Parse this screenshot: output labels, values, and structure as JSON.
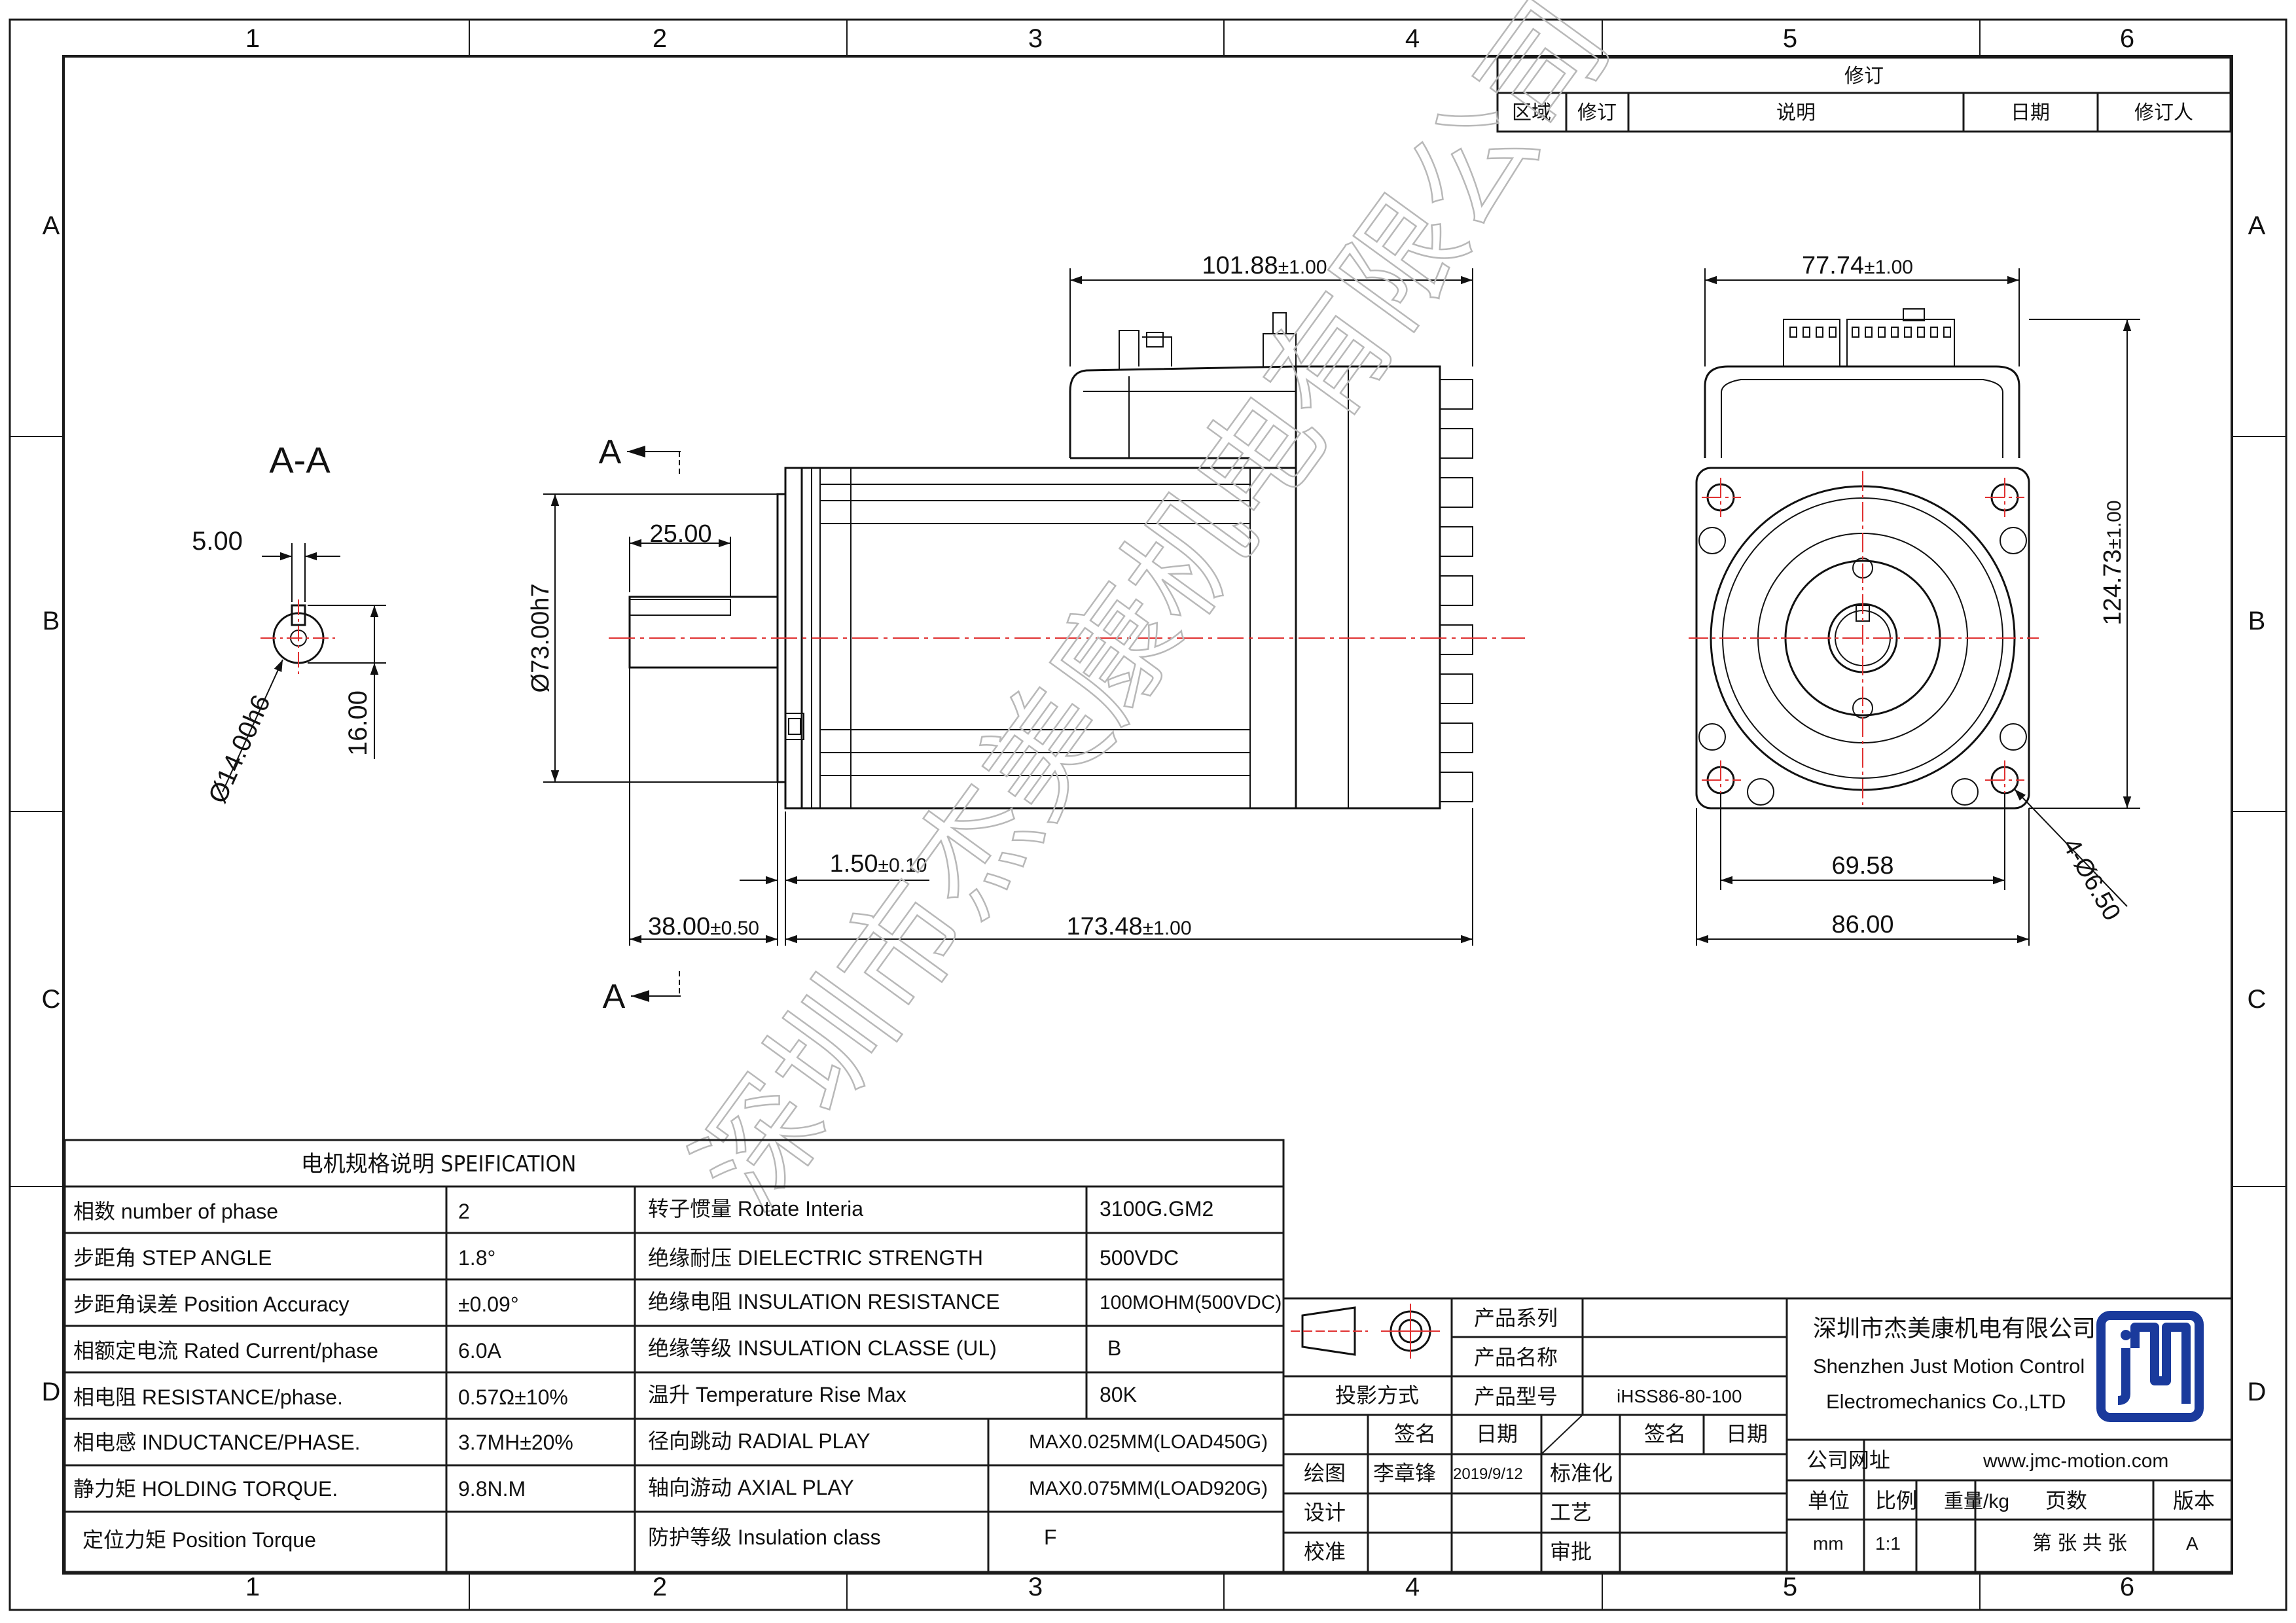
{
  "frame": {
    "columns": [
      "1",
      "2",
      "3",
      "4",
      "5",
      "6"
    ],
    "rows": [
      "A",
      "B",
      "C",
      "D"
    ]
  },
  "revision_block": {
    "title": "修订",
    "headers": [
      "区域",
      "修订",
      "说明",
      "日期",
      "修订人"
    ]
  },
  "views": {
    "section_label": "A-A",
    "section_marker": "A",
    "section": {
      "keyway_width": "5.00",
      "key_height": "16.00",
      "shaft_diameter": "Ø14.00h6"
    },
    "side": {
      "top_length": "101.88",
      "top_length_tol": "±1.00",
      "key_length": "25.00",
      "flange_diameter": "Ø73.00h7",
      "flange_thickness": "1.50",
      "flange_thickness_tol": "±0.10",
      "shaft_length": "38.00",
      "shaft_length_tol": "±0.50",
      "body_length": "173.48",
      "body_length_tol": "±1.00"
    },
    "front": {
      "top_width": "77.74",
      "top_width_tol": "±1.00",
      "total_height": "124.73",
      "total_height_tol": "±1.00",
      "hole_spacing": "69.58",
      "flange_width": "86.00",
      "mounting_holes": "4-Ø6.50"
    }
  },
  "watermark": "深圳市杰美康机电有限公司",
  "spec_table": {
    "title": "电机规格说明 SPEIFICATION",
    "rows": [
      {
        "label": "相数 number of phase",
        "value": "2",
        "label2": "转子惯量 Rotate Interia",
        "value2": "3100G.GM2"
      },
      {
        "label": "步距角 STEP ANGLE",
        "value": "1.8°",
        "label2": "绝缘耐压 DIELECTRIC STRENGTH",
        "value2": "500VDC"
      },
      {
        "label": "步距角误差 Position Accuracy",
        "value": "±0.09°",
        "label2": "绝缘电阻 INSULATION RESISTANCE",
        "value2": "100MOHM(500VDC)"
      },
      {
        "label": "相额定电流 Rated Current/phase",
        "value": "6.0A",
        "label2": "绝缘等级 INSULATION CLASSE (UL)",
        "value2": "B"
      },
      {
        "label": "相电阻 RESISTANCE/phase.",
        "value": "0.57Ω±10%",
        "label2": "温升 Temperature Rise Max",
        "value2": "80K"
      },
      {
        "label": "相电感 INDUCTANCE/PHASE.",
        "value": "3.7MH±20%",
        "label2": "径向跳动 RADIAL PLAY",
        "value2": "MAX0.025MM(LOAD450G)"
      },
      {
        "label": "静力矩 HOLDING TORQUE.",
        "value": "9.8N.M",
        "label2": "轴向游动 AXIAL PLAY",
        "value2": "MAX0.075MM(LOAD920G)"
      },
      {
        "label": "定位力矩 Position Torque",
        "value": "",
        "label2": "防护等级 Insulation class",
        "value2": "F"
      }
    ]
  },
  "title_block": {
    "projection_label": "投影方式",
    "product_series_label": "产品系列",
    "product_name_label": "产品名称",
    "product_model_label": "产品型号",
    "product_model": "iHSS86-80-100",
    "sign_label": "签名",
    "date_label": "日期",
    "sign_label2": "签名",
    "date_label2": "日期",
    "drawn_label": "绘图",
    "drawn_by": "李章锋",
    "drawn_date": "2019/9/12",
    "standard_label": "标准化",
    "design_label": "设计",
    "process_label": "工艺",
    "check_label": "校准",
    "approve_label": "审批",
    "company_cn": "深圳市杰美康机电有限公司",
    "company_en_1": "Shenzhen Just Motion Control",
    "company_en_2": "Electromechanics Co.,LTD",
    "website_label": "公司网址",
    "website": "www.jmc-motion.com",
    "unit_label": "单位",
    "scale_label": "比例",
    "weight_label": "重量/kg",
    "pages_label": "页数",
    "version_label": "版本",
    "unit": "mm",
    "scale": "1:1",
    "pages": "第 张 共 张",
    "version": "A",
    "colors": {
      "logo": "#1a3a9c",
      "centerline": "#e03030",
      "lines": "#1a1a1a",
      "watermark": "#b8b8b8"
    }
  }
}
